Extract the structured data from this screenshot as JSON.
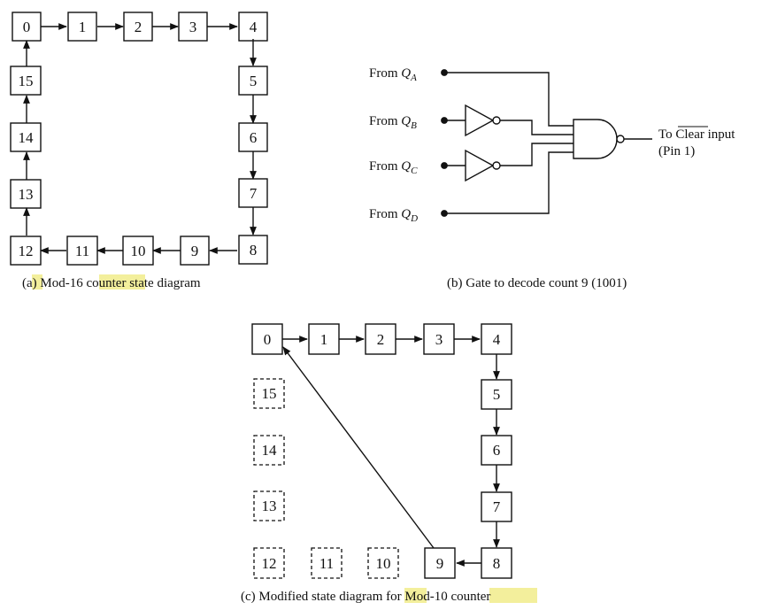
{
  "diagram_a": {
    "states": [
      "0",
      "1",
      "2",
      "3",
      "4",
      "5",
      "6",
      "7",
      "8",
      "9",
      "10",
      "11",
      "12",
      "13",
      "14",
      "15"
    ],
    "caption_prefix": "(a) Mod-16 ",
    "caption_highlight": "counter",
    "caption_suffix": " state diagram"
  },
  "diagram_b": {
    "input_prefix": "From ",
    "inputs": [
      {
        "var": "Q",
        "sub": "A",
        "inverted": false
      },
      {
        "var": "Q",
        "sub": "B",
        "inverted": true
      },
      {
        "var": "Q",
        "sub": "C",
        "inverted": true
      },
      {
        "var": "Q",
        "sub": "D",
        "inverted": false
      }
    ],
    "output_to": "To ",
    "output_overbar": "Clear",
    "output_rest": " input",
    "output_pin": "(Pin 1)",
    "caption": "(b) Gate to decode count 9 (1001)"
  },
  "diagram_c": {
    "active_states": [
      "0",
      "1",
      "2",
      "3",
      "4",
      "5",
      "6",
      "7",
      "8",
      "9"
    ],
    "unused_states": [
      "15",
      "14",
      "13",
      "12",
      "11",
      "10"
    ],
    "caption_prefix": "(c) Modified state diagram ",
    "caption_highlight_1": "for",
    "caption_middle": " Mod-10 ",
    "caption_highlight_2": "counter"
  },
  "colors": {
    "highlight": "#f3ef9c",
    "ink": "#111111"
  }
}
